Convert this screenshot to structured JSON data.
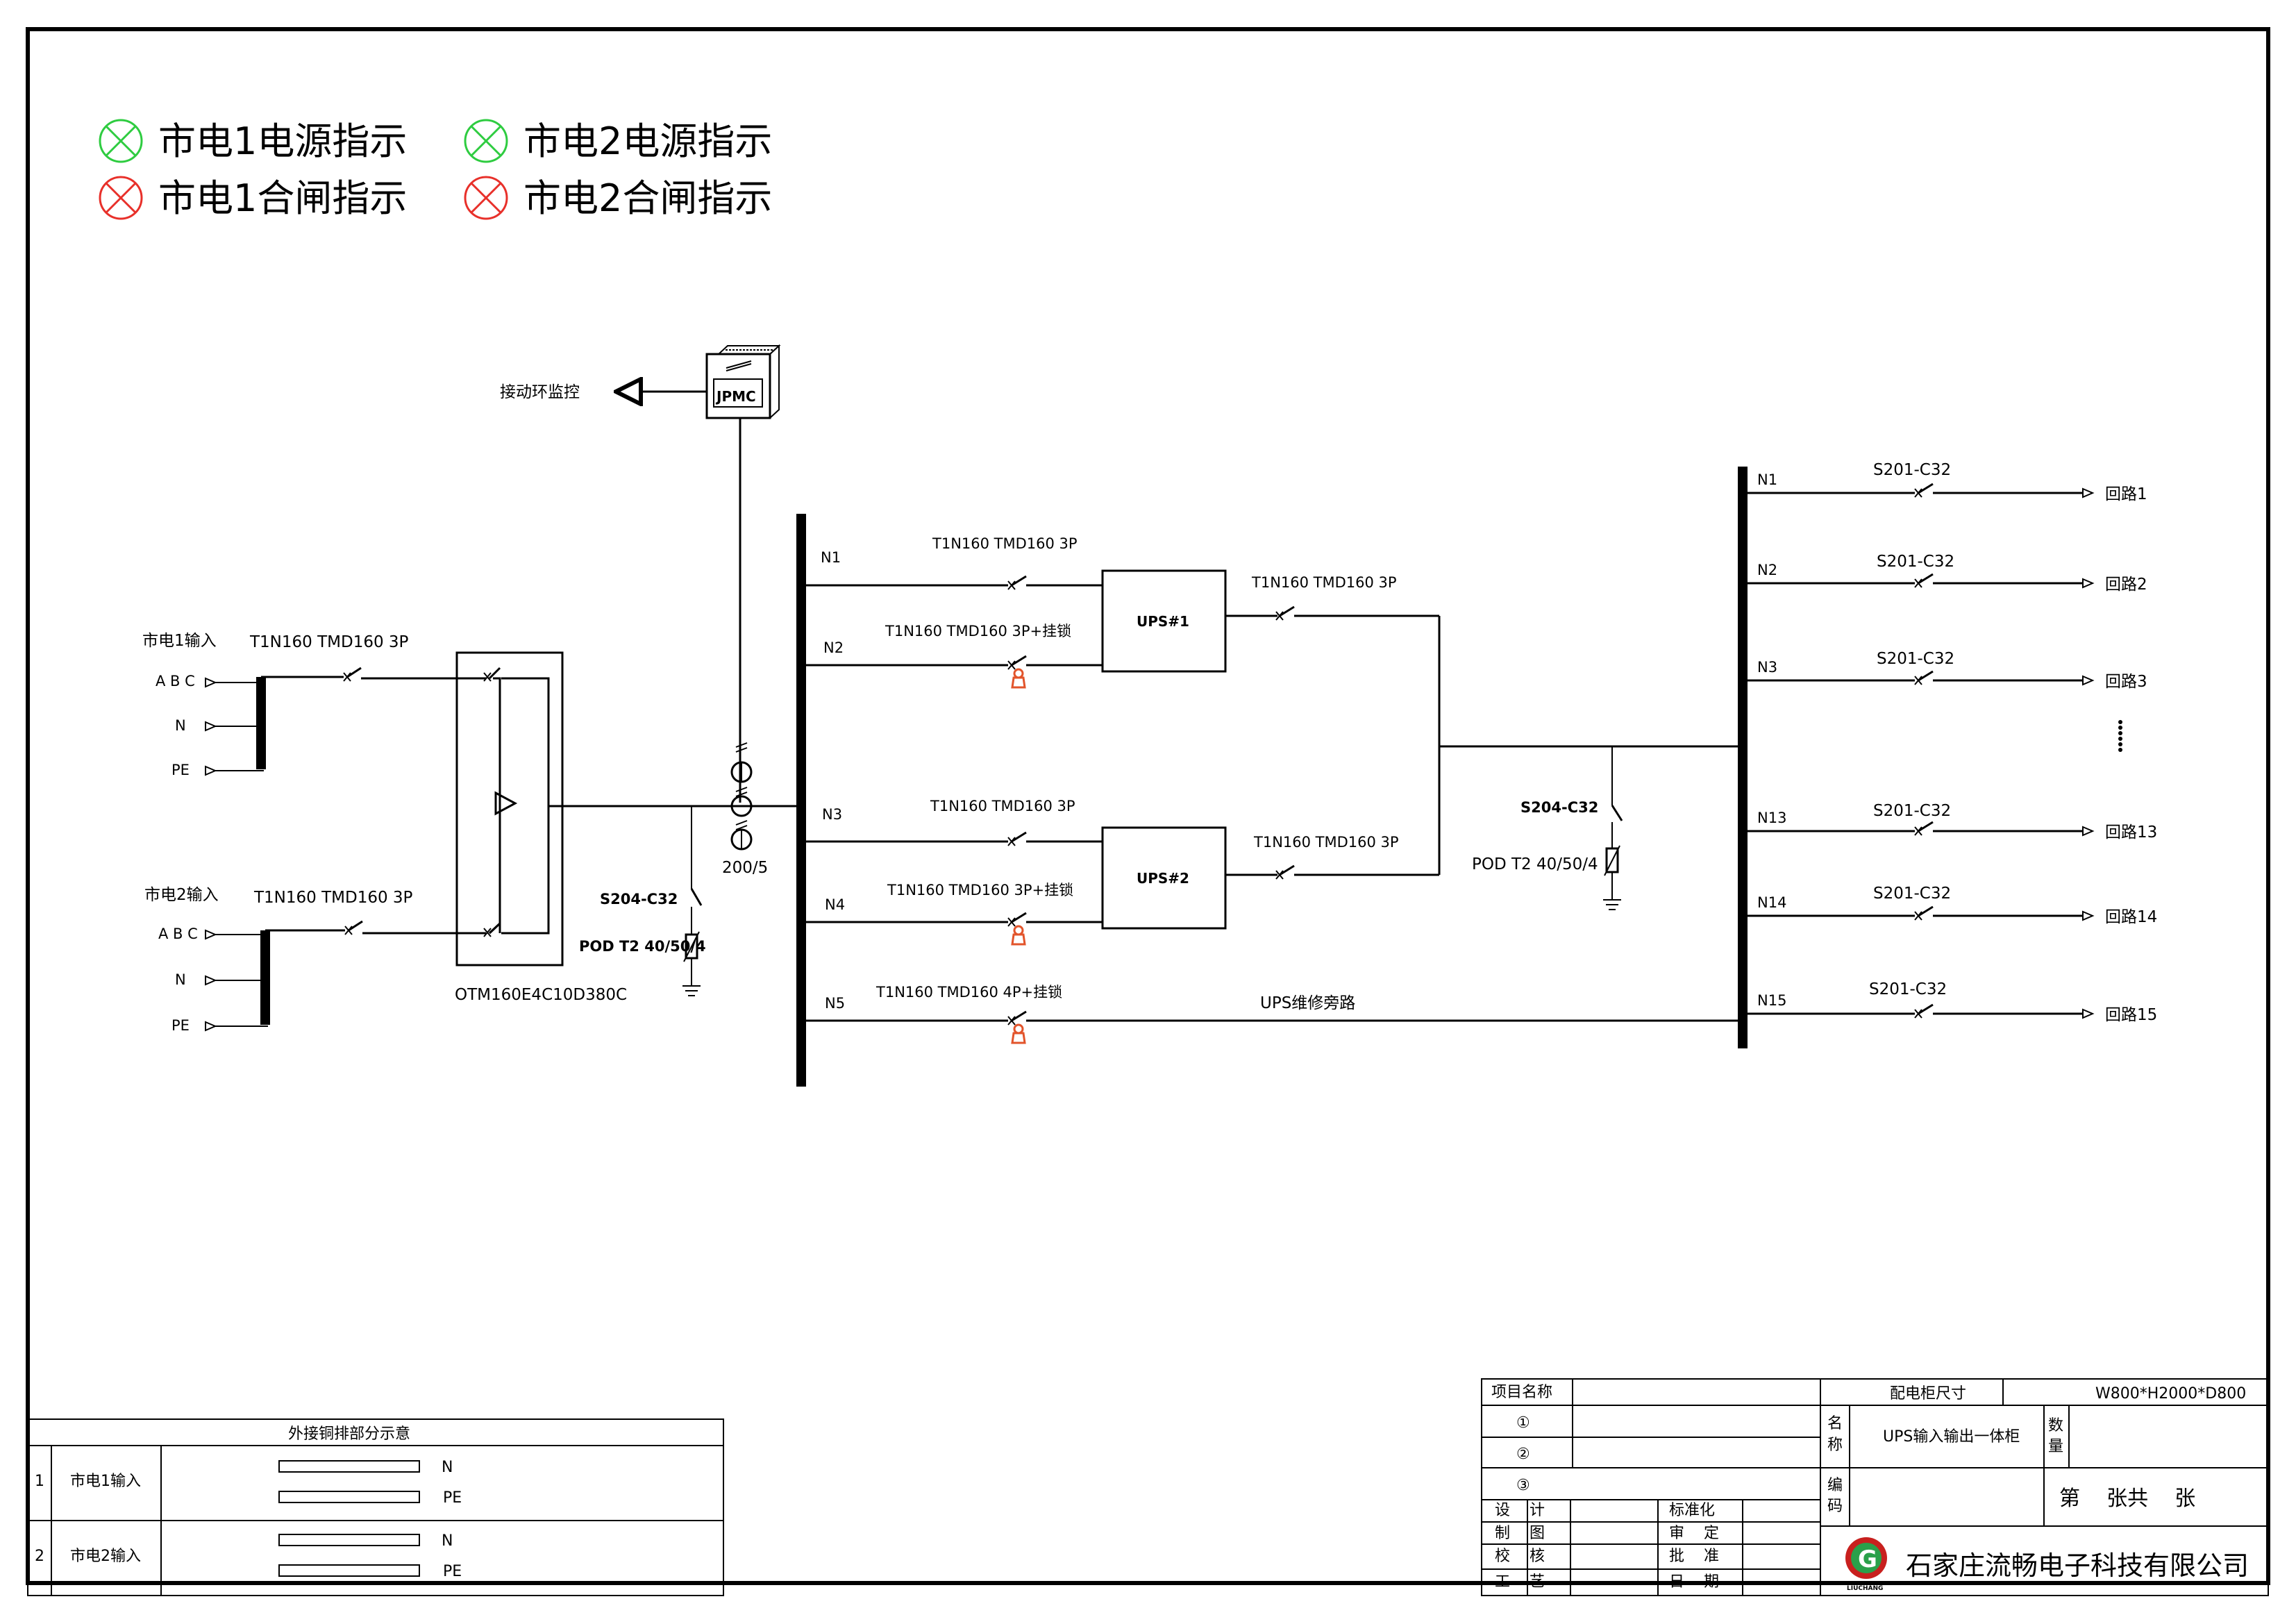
{
  "legend": {
    "mains1_power": "市电1电源指示",
    "mains2_power": "市电2电源指示",
    "mains1_close": "市电1合闸指示",
    "mains2_close": "市电2合闸指示",
    "green_color": "#2ecc40",
    "red_color": "#e8302a"
  },
  "inputs": {
    "mains1_title": "市电1输入",
    "mains2_title": "市电2输入",
    "abc": "A B C",
    "n": "N",
    "pe": "PE",
    "breaker": "T1N160 TMD160 3P"
  },
  "ats": {
    "model": "OTM160E4C10D380C"
  },
  "monitor": {
    "label": "接动环监控",
    "device": "JPMC"
  },
  "ct": {
    "ratio": "200/5"
  },
  "spd_left": {
    "breaker": "S204-C32",
    "spd": "POD T2 40/50/4"
  },
  "spd_right": {
    "breaker": "S204-C32",
    "spd": "POD T2 40/50/4"
  },
  "mid_bus": {
    "n1": "N1",
    "n2": "N2",
    "n3": "N3",
    "n4": "N4",
    "n5": "N5",
    "br_n1": "T1N160 TMD160 3P",
    "br_n2": "T1N160 TMD160 3P+挂锁",
    "br_n3": "T1N160 TMD160 3P",
    "br_n4": "T1N160 TMD160 3P+挂锁",
    "br_n5": "T1N160 TMD160 4P+挂锁",
    "bypass": "UPS维修旁路"
  },
  "ups": {
    "ups1": "UPS#1",
    "ups2": "UPS#2",
    "out1": "T1N160 TMD160 3P",
    "out2": "T1N160 TMD160 3P"
  },
  "out_bus": {
    "circuits": [
      {
        "n": "N1",
        "br": "S201-C32",
        "name": "回路1"
      },
      {
        "n": "N2",
        "br": "S201-C32",
        "name": "回路2"
      },
      {
        "n": "N3",
        "br": "S201-C32",
        "name": "回路3"
      },
      {
        "n": "N13",
        "br": "S201-C32",
        "name": "回路13"
      },
      {
        "n": "N14",
        "br": "S201-C32",
        "name": "回路14"
      },
      {
        "n": "N15",
        "br": "S201-C32",
        "name": "回路15"
      }
    ]
  },
  "copper_table": {
    "title": "外接铜排部分示意",
    "rows": [
      {
        "no": "1",
        "name": "市电1输入",
        "n": "N",
        "pe": "PE"
      },
      {
        "no": "2",
        "name": "市电2输入",
        "n": "N",
        "pe": "PE"
      }
    ]
  },
  "title_block": {
    "project_name": "项目名称",
    "c1": "①",
    "c2": "②",
    "c3": "③",
    "cabinet_size_label": "配电柜尺寸",
    "cabinet_size": "W800*H2000*D800",
    "name_label_1": "名",
    "name_label_2": "称",
    "name_value": "UPS输入输出一体柜",
    "qty_label_1": "数",
    "qty_label_2": "量",
    "code_label_1": "编",
    "code_label_2": "码",
    "sheet": "第    张共    张",
    "design": "设    计",
    "drawing": "制    图",
    "check": "校    核",
    "process": "工    艺",
    "standard": "标准化",
    "review": "审    定",
    "approve": "批    准",
    "date": "日    期",
    "company": "石家庄流畅电子科技有限公司",
    "logo_letter": "G",
    "logo_text": "LIUCHANG"
  }
}
